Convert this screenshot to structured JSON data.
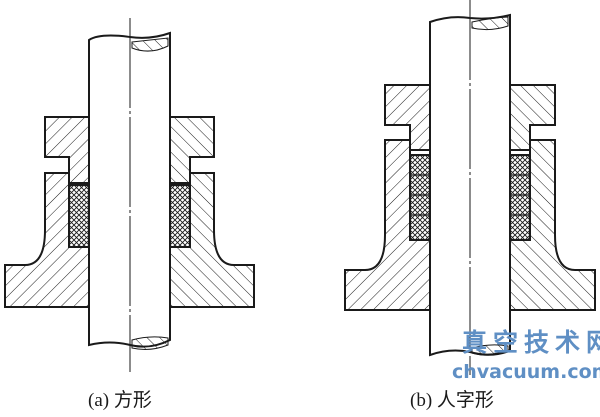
{
  "figure": {
    "caption_a": "(a) 方形",
    "caption_b": "(b) 人字形",
    "watermark_cn": "真空技术网",
    "watermark_url": "chvacuum.com",
    "colors": {
      "line": "#1a1a1a",
      "watermark": "#5f8fc4"
    }
  }
}
